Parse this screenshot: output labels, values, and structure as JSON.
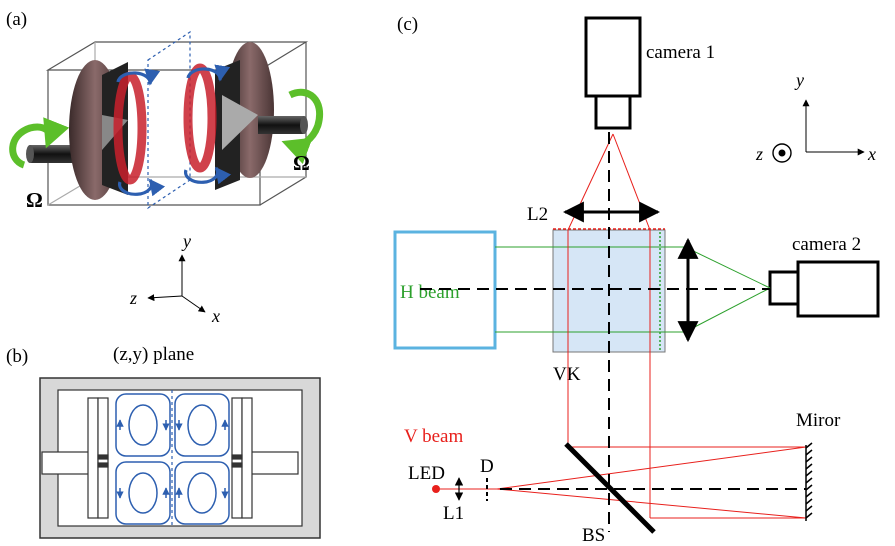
{
  "panel_a": {
    "label": "(a)",
    "omega_left": "Ω",
    "omega_right": "Ω",
    "axis_y": "y",
    "axis_z": "z",
    "axis_x": "x"
  },
  "panel_b": {
    "label": "(b)",
    "title": "(z,y) plane"
  },
  "panel_c": {
    "label": "(c)",
    "camera1": "camera 1",
    "camera2": "camera 2",
    "axis_y": "y",
    "axis_z": "z",
    "axis_x": "x",
    "lens_l2": "L2",
    "h_beam": "H beam",
    "vk": "VK",
    "v_beam": "V beam",
    "mirror": "Miror",
    "led": "LED",
    "d": "D",
    "lens_l1": "L1",
    "bs": "BS"
  },
  "colors": {
    "green_beam": "#2ca02c",
    "red_beam": "#e8201c",
    "h_beam_box": "#5bb3e0",
    "vk_fill": "#d6e6f6",
    "vortex_blue": "#2d5fb0",
    "rotation_green": "#5cbf2a",
    "flow_red": "#c8202c",
    "disk": "#6a4a4a"
  }
}
